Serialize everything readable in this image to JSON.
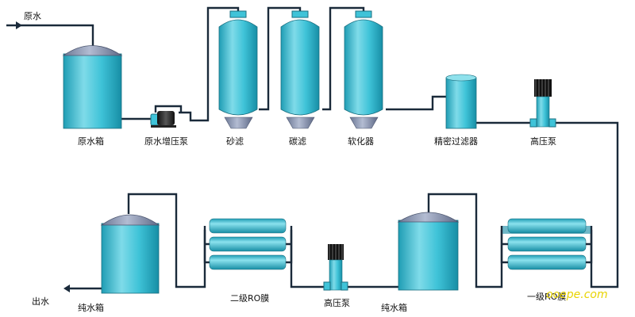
{
  "labels": {
    "raw_water_in": "原水",
    "raw_tank": "原水箱",
    "booster_pump": "原水增压泵",
    "sand_filter": "砂滤",
    "carbon_filter": "碳滤",
    "softener": "软化器",
    "precision_filter": "精密过滤器",
    "hp_pump_1": "高压泵",
    "ro_stage1": "一级RO膜",
    "pure_tank": "纯水箱",
    "hp_pump_2": "高压泵",
    "ro_stage2": "二级RO膜",
    "pure_tank_2": "纯水箱",
    "water_out": "出水"
  },
  "watermark": "ooepe.com",
  "colors": {
    "vessel": "#3fc1d6",
    "vessel_light": "#8fe1ec",
    "vessel_dark": "#1c93aa",
    "dome": "#8b96b3",
    "pipe": "#1a2a3a"
  }
}
